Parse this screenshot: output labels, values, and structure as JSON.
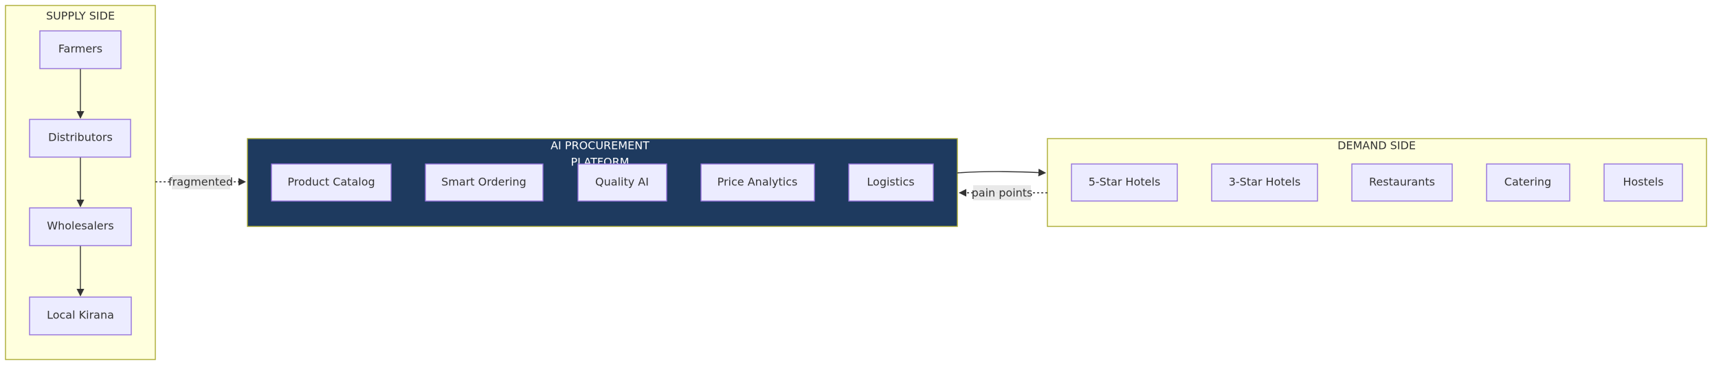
{
  "clusters": {
    "supply": {
      "title": "SUPPLY SIDE"
    },
    "platform": {
      "title_line1": "AI PROCUREMENT",
      "title_line2": "PLATFORM"
    },
    "demand": {
      "title": "DEMAND SIDE"
    }
  },
  "nodes": {
    "farmers": "Farmers",
    "distributors": "Distributors",
    "wholesalers": "Wholesalers",
    "local_kirana": "Local Kirana",
    "product_catalog": "Product Catalog",
    "smart_ordering": "Smart Ordering",
    "quality_ai": "Quality AI",
    "price_analytics": "Price Analytics",
    "logistics": "Logistics",
    "five_star_hotels": "5-Star Hotels",
    "three_star_hotels": "3-Star Hotels",
    "restaurants": "Restaurants",
    "catering": "Catering",
    "hostels": "Hostels"
  },
  "edges": {
    "fragmented_label": "fragmented",
    "pain_points_label": "pain points"
  },
  "colors": {
    "cluster_fill": "#ffffde",
    "cluster_stroke": "#aaaa33",
    "platform_fill": "#1e3a5f",
    "node_fill": "#ececff",
    "node_stroke": "#9370db",
    "edge": "#333333"
  }
}
